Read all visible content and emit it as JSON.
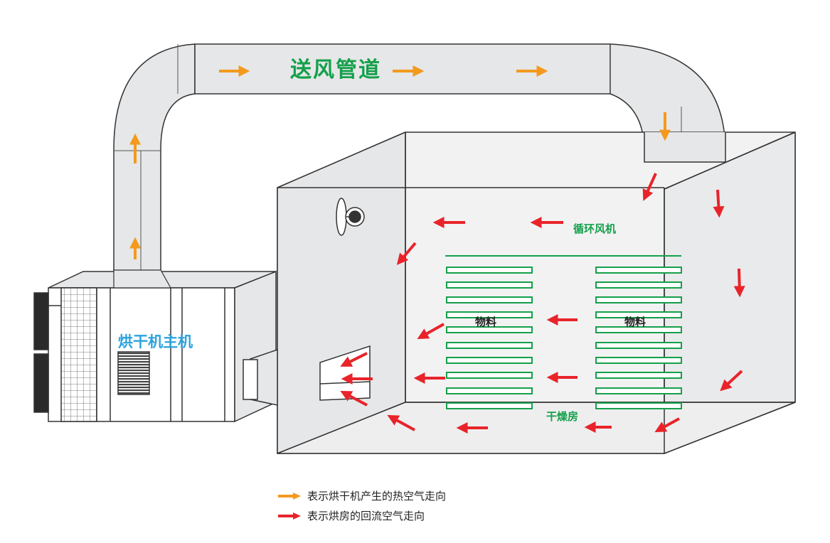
{
  "labels": {
    "duct": "送风管道",
    "unit": "烘干机主机",
    "fan": "循环风机",
    "material_left": "物料",
    "material_right": "物料",
    "room": "干燥房"
  },
  "legend": [
    {
      "text": "表示烘干机产生的热空气走向",
      "color": "#f39a1e"
    },
    {
      "text": "表示烘房的回流空气走向",
      "color": "#e8242a"
    }
  ],
  "colors": {
    "hot_air": "#f39a1e",
    "return_air": "#e8242a",
    "label_green": "#14a04a",
    "unit_label_blue": "#2aa3df",
    "panel_fill": "#e6e7e8",
    "outline": "#333333"
  }
}
